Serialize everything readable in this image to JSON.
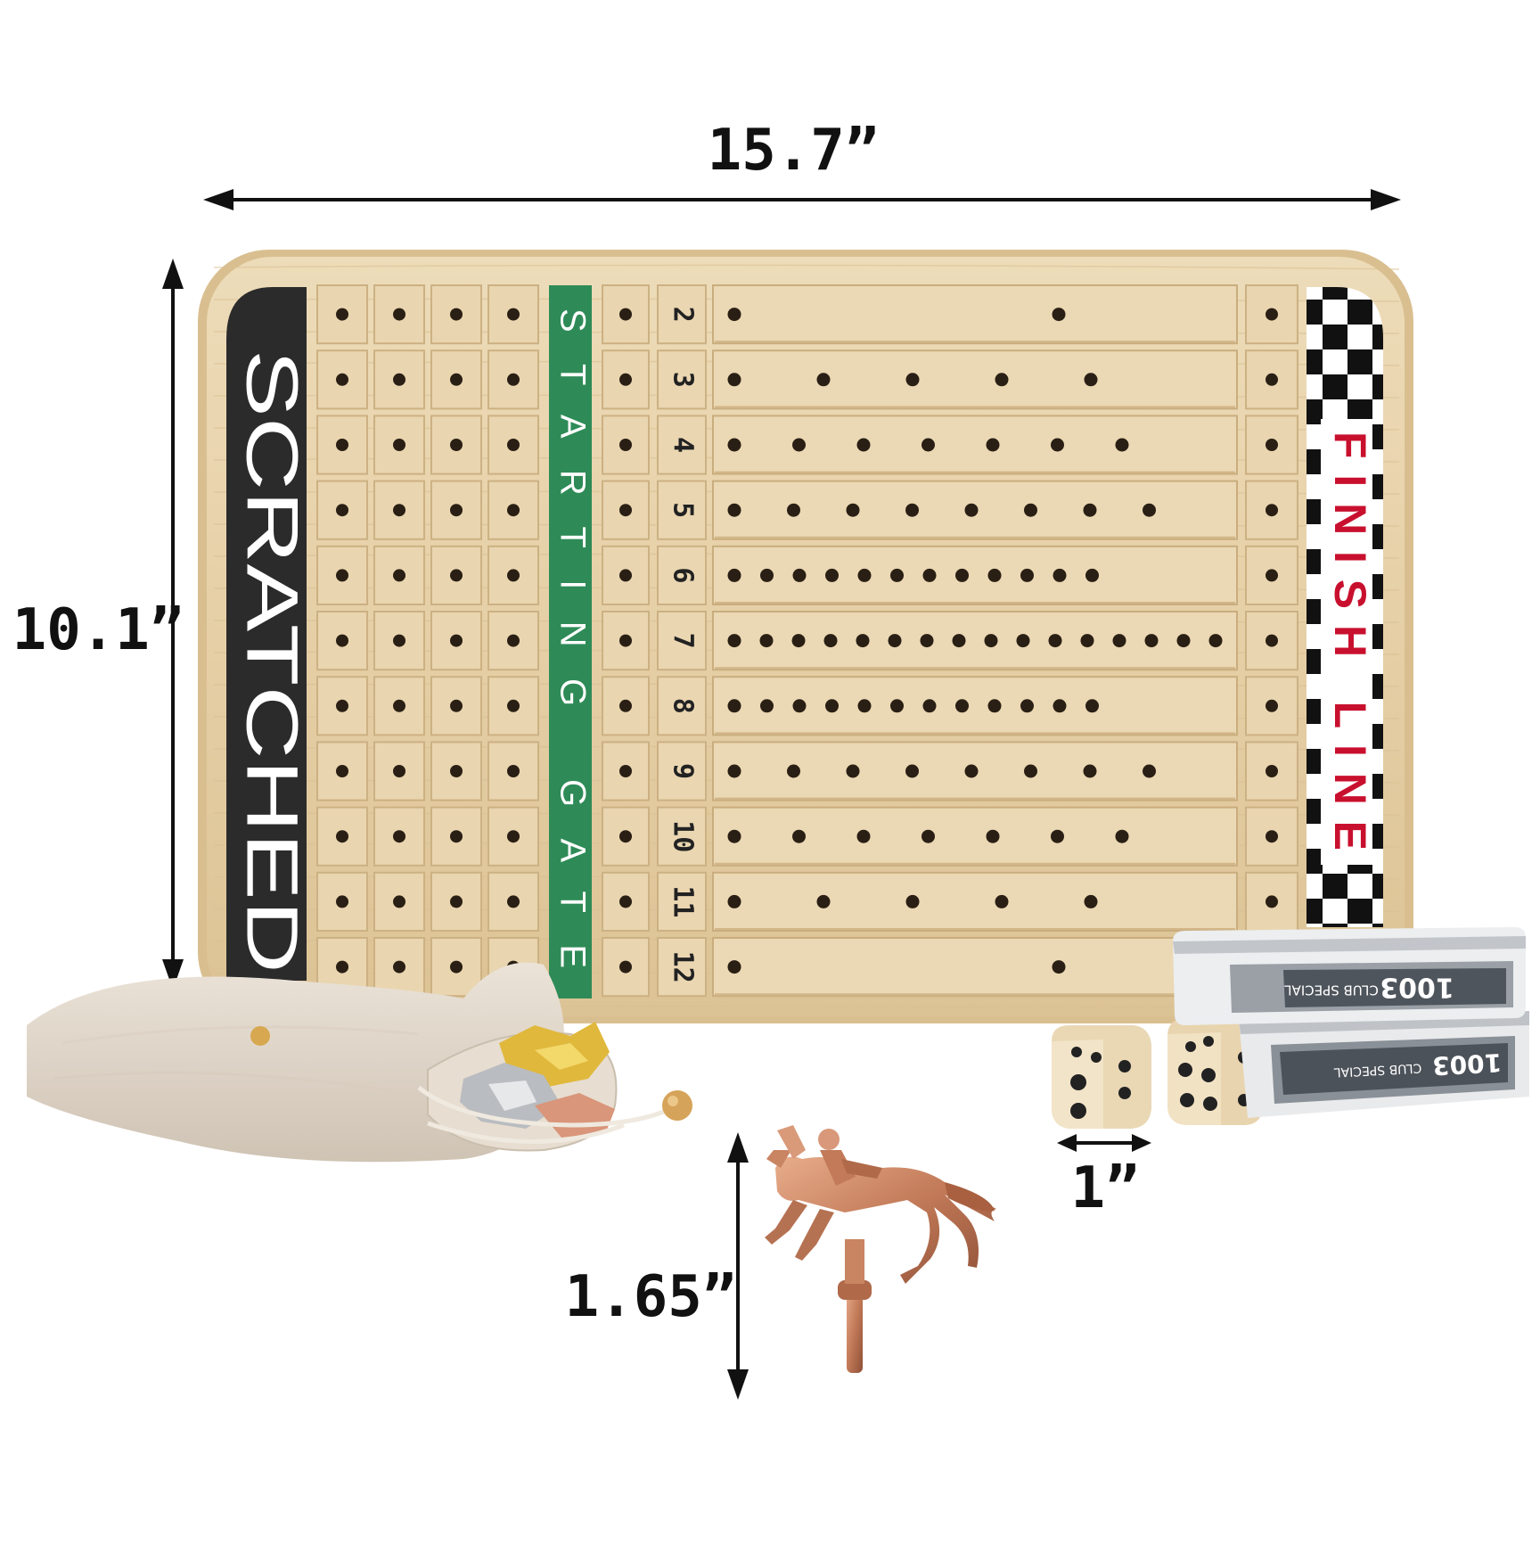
{
  "dimensions": {
    "board_width": "15.7”",
    "board_height": "10.1”",
    "die_size": "1”",
    "horse_height": "1.65”"
  },
  "board": {
    "scratched_label": "SCRATCHED",
    "starting_gate_label": "STARTING GATE",
    "finish_line_label": "FINISH LINE",
    "lanes": [
      {
        "number": "2",
        "track_holes": 2
      },
      {
        "number": "3",
        "track_holes": 5
      },
      {
        "number": "4",
        "track_holes": 7
      },
      {
        "number": "5",
        "track_holes": 8
      },
      {
        "number": "6",
        "track_holes": 12
      },
      {
        "number": "7",
        "track_holes": 16
      },
      {
        "number": "8",
        "track_holes": 12
      },
      {
        "number": "9",
        "track_holes": 8
      },
      {
        "number": "10",
        "track_holes": 7
      },
      {
        "number": "11",
        "track_holes": 5
      },
      {
        "number": "12",
        "track_holes": 2
      }
    ]
  },
  "card_decks": [
    {
      "brand": "1003",
      "text": "CLUB  SPECIAL"
    },
    {
      "brand": "1003",
      "text": "CLUB  SPECIAL"
    }
  ],
  "colors": {
    "wood": "#e8d3ad",
    "wood_dark": "#cdb185",
    "scratched_band": "#2b2b2b",
    "starting_gate_band": "#2e8b57",
    "finish_text": "#c8102e",
    "horse_copper": "#c98462"
  }
}
